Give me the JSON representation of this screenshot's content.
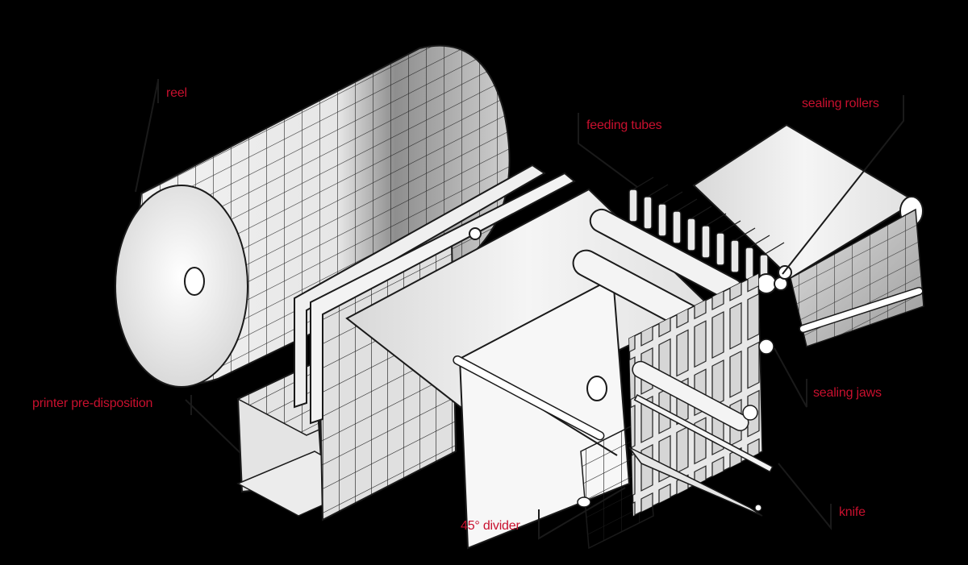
{
  "diagram": {
    "subject": "vertical form-fill-seal packaging machine web path (isometric)",
    "background": "#000000",
    "label_color": "#c8102e",
    "line_color": "#1a1a1a",
    "fill_light": "#f2f2f2",
    "fill_shade": "#9a9a9a"
  },
  "labels": {
    "reel": "reel",
    "feeding_tubes": "feeding tubes",
    "sealing_rollers": "sealing rollers",
    "printer": "printer pre-disposition",
    "sealing_jaws": "sealing jaws",
    "divider": "45° divider",
    "knife": "knife"
  },
  "components": [
    {
      "id": "reel",
      "name": "Reel"
    },
    {
      "id": "printer",
      "name": "Printer pre-disposition"
    },
    {
      "id": "divider",
      "name": "45° divider"
    },
    {
      "id": "feeding_tubes",
      "name": "Feeding tubes",
      "count": 10
    },
    {
      "id": "sealing_rollers",
      "name": "Sealing rollers"
    },
    {
      "id": "sealing_jaws",
      "name": "Sealing jaws"
    },
    {
      "id": "knife",
      "name": "Knife"
    }
  ]
}
